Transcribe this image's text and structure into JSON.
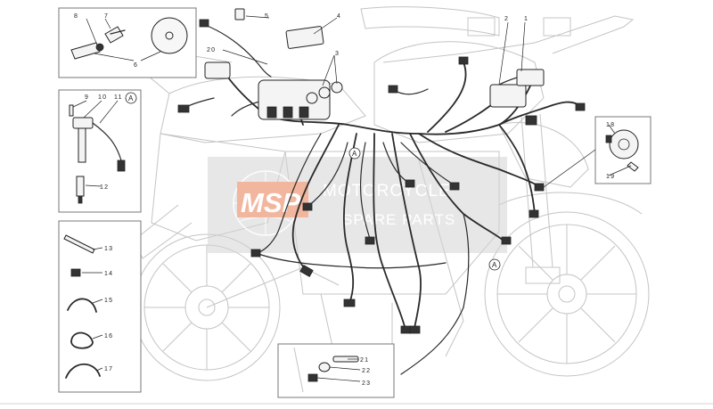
{
  "diagram": {
    "callouts": [
      {
        "id": "c1",
        "label": "1"
      },
      {
        "id": "c2",
        "label": "2"
      },
      {
        "id": "c3",
        "label": "3"
      },
      {
        "id": "c4",
        "label": "4"
      },
      {
        "id": "c5",
        "label": "5"
      },
      {
        "id": "c6",
        "label": "6"
      },
      {
        "id": "c7",
        "label": "7"
      },
      {
        "id": "c8",
        "label": "8"
      },
      {
        "id": "c9",
        "label": "9"
      },
      {
        "id": "c10",
        "label": "10"
      },
      {
        "id": "c11",
        "label": "11"
      },
      {
        "id": "c12",
        "label": "12"
      },
      {
        "id": "c13",
        "label": "13"
      },
      {
        "id": "c14",
        "label": "14"
      },
      {
        "id": "c15",
        "label": "15"
      },
      {
        "id": "c16",
        "label": "16"
      },
      {
        "id": "c17",
        "label": "17"
      },
      {
        "id": "c18",
        "label": "18"
      },
      {
        "id": "c19",
        "label": "19"
      },
      {
        "id": "c20",
        "label": "20"
      },
      {
        "id": "c21",
        "label": "21"
      },
      {
        "id": "c22",
        "label": "22"
      },
      {
        "id": "c23",
        "label": "23"
      }
    ],
    "reference_marker": "A"
  },
  "watermark": {
    "logo_text": "MSP",
    "line1": "MOTORCYCLE",
    "line2": "SPARE PARTS",
    "color": "#f2b39a"
  },
  "colors": {
    "ink": "#222222",
    "ghost_outline": "#c4c4c4",
    "watermark_bar": "#d4d4d4"
  }
}
